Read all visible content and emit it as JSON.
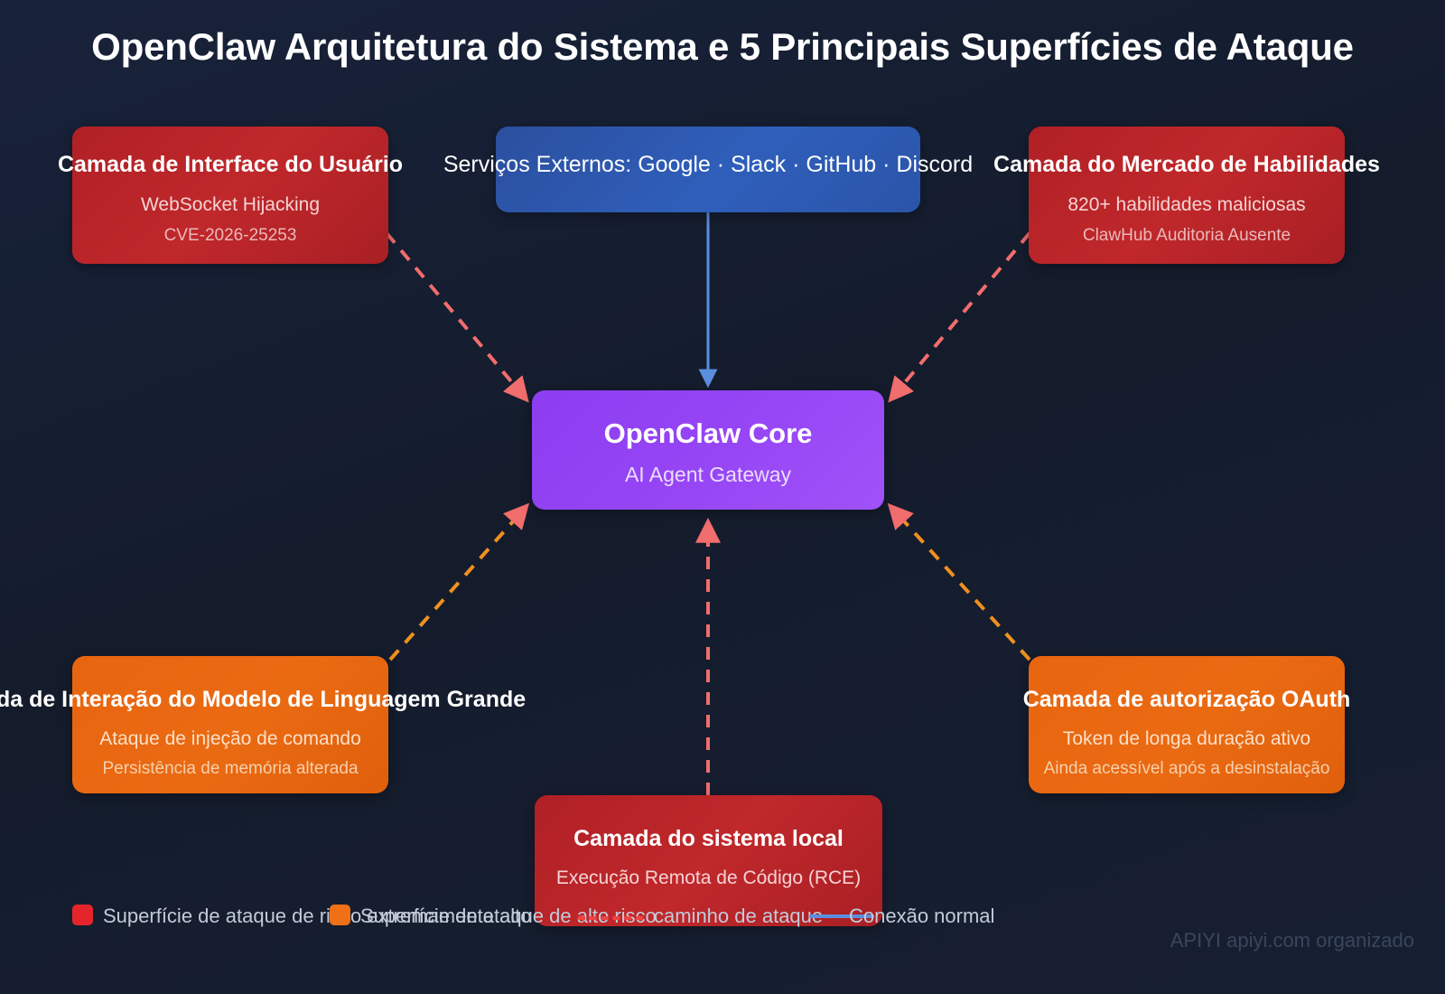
{
  "title": "OpenClaw Arquitetura do Sistema e 5 Principais Superfícies de Ataque",
  "core": {
    "title": "OpenClaw Core",
    "subtitle": "AI Agent Gateway"
  },
  "external": {
    "label": "Serviços Externos: Google · Slack · GitHub · Discord"
  },
  "nodes": [
    {
      "id": "ui-layer",
      "title": "Camada de Interface do Usuário",
      "line1": "WebSocket Hijacking",
      "line2": "CVE-2026-25253",
      "severity": "critical",
      "color": "#c0282b"
    },
    {
      "id": "skill-market-layer",
      "title": "Camada do Mercado de Habilidades",
      "line1": "820+ habilidades maliciosas",
      "line2": "ClawHub Auditoria Ausente",
      "severity": "critical",
      "color": "#c0282b"
    },
    {
      "id": "llm-layer",
      "title": "Camada de Interação do Modelo de Linguagem Grande",
      "line1": "Ataque de injeção de comando",
      "line2": "Persistência de memória alterada",
      "severity": "high",
      "color": "#ea6a12"
    },
    {
      "id": "oauth-layer",
      "title": "Camada de autorização OAuth",
      "line1": "Token de longa duração ativo",
      "line2": "Ainda acessível após a desinstalação",
      "severity": "high",
      "color": "#ea6a12"
    },
    {
      "id": "local-system-layer",
      "title": "Camada do sistema local",
      "line1": "Execução Remota de Código (RCE)",
      "line2": "",
      "severity": "critical",
      "color": "#c0282b"
    }
  ],
  "legend": [
    {
      "id": "critical-surface",
      "marker": "swatch",
      "color": "#e5252b",
      "label": "Superfície de ataque de risco extremamente alto"
    },
    {
      "id": "high-surface",
      "marker": "swatch",
      "color": "#ef7016",
      "label": "Superfície de ataque de alto risco"
    },
    {
      "id": "attack-path",
      "marker": "dashed-line",
      "color": "#ef4444",
      "label": "caminho de ataque"
    },
    {
      "id": "normal-connection",
      "marker": "solid-line",
      "color": "#5a8fe0",
      "label": "Conexão normal"
    }
  ],
  "watermark": "APIYI apiyi.com organizado",
  "colors": {
    "background": "#161f31",
    "core": "#9746f5",
    "external": "#2f5fbb",
    "critical": "#c0282b",
    "high": "#ea6a12",
    "attack_path": "#ef4444",
    "high_path": "#f59e0b",
    "normal_path": "#5a8fe0"
  }
}
